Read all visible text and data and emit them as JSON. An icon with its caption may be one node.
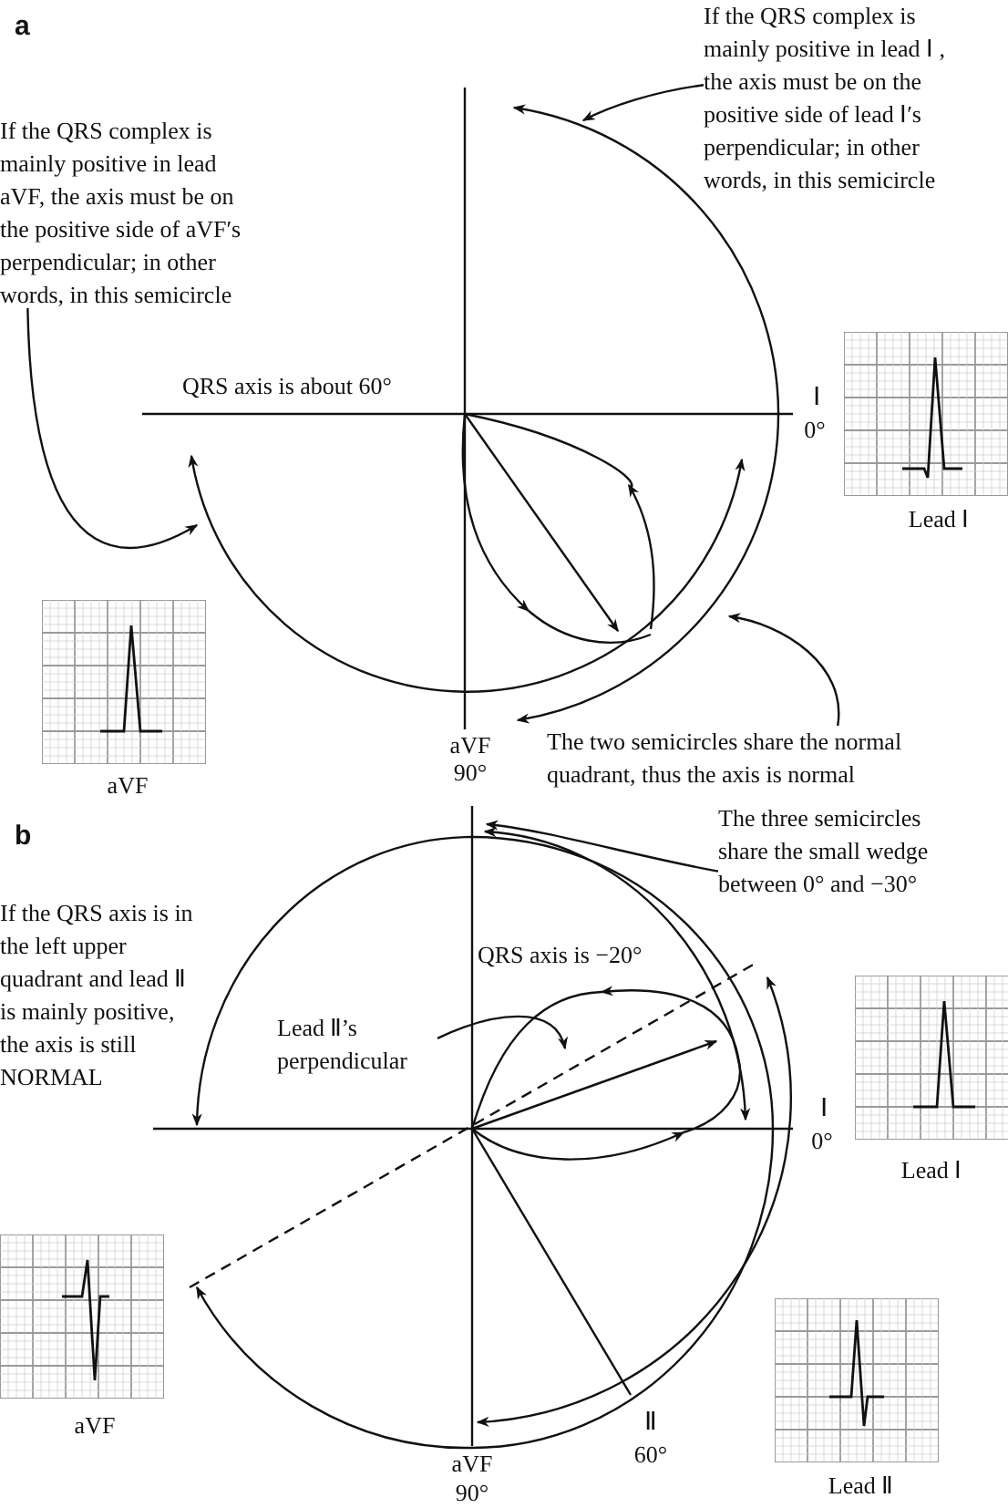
{
  "diagram": {
    "nodes": [
      {
        "text": [
          "If the QRS complex is mainly positive in lead Ⅰ , the axis must be on the positive side of lead Ⅰ′s perpendicular; in other words, in this semicircle"
        ]
      },
      {
        "text": [
          "If the QRS complex is mainly positive in lead aVF, the axis must be on the positive side of aVF′s perpendicular; in other words, in this semicircle"
        ]
      },
      {
        "text": [
          "The two semicircles share the normal quadrant, thus the axis is normal"
        ]
      },
      {
        "text": [
          "The three semicircles share the small wedge between 0° and −30°"
        ]
      },
      {
        "text": [
          "Lead Ⅱ’s perpendicular"
        ]
      }
    ],
    "edges": [
      {
        "from": 0,
        "to": null,
        "arrow": "to"
      },
      {
        "from": 1,
        "to": null,
        "arrow": "to"
      },
      {
        "from": 2,
        "to": null,
        "arrow": "to"
      },
      {
        "from": 3,
        "to": null,
        "arrow": "to"
      },
      {
        "from": 4,
        "to": null,
        "arrow": "to"
      }
    ],
    "labels": [
      "a",
      "QRS axis is about 60°",
      "Ⅰ",
      "0°",
      "Lead Ⅰ",
      "aVF",
      "aVF",
      "90°",
      "b",
      "If the QRS axis is in the left upper quadrant and lead Ⅱ is mainly positive, the axis is still NORMAL",
      "QRS axis is −20°",
      "Ⅰ",
      "0°",
      "Lead Ⅰ",
      "aVF",
      "Ⅱ",
      "60°",
      "Lead Ⅱ",
      "aVF",
      "90°"
    ]
  }
}
